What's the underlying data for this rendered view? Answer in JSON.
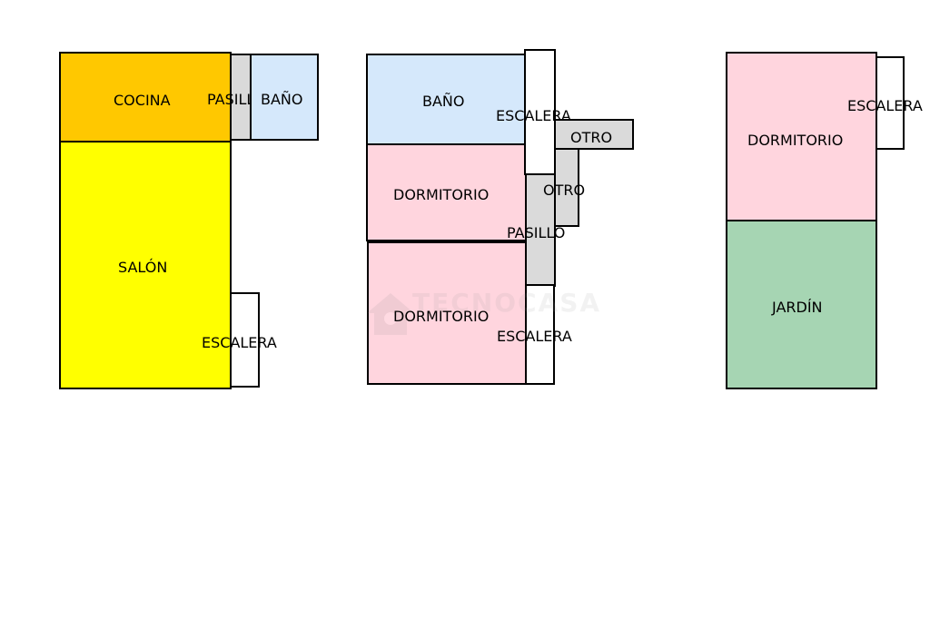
{
  "colors": {
    "cocina": "#FFC800",
    "salon": "#FFFF00",
    "bano": "#D5E8FB",
    "pasillo": "#DADADA",
    "dormitorio": "#FFD5DE",
    "escalera": "#FFFFFF",
    "otro": "#DADADA",
    "jardin": "#A6D5B3",
    "outline": "#000000"
  },
  "plan_1": {
    "cocina": "COCINA",
    "pasillo": "PASILLO",
    "bano": "BAÑO",
    "salon": "SALÓN",
    "escalera": "ESCALERA"
  },
  "plan_2": {
    "bano": "BAÑO",
    "escalera_top": "ESCALERA",
    "otro_horizontal": "OTRO",
    "dormitorio_1": "DORMITORIO",
    "otro_vertical": "OTRO",
    "pasillo": "PASILLO",
    "dormitorio_2": "DORMITORIO",
    "escalera_bottom": "ESCALERA"
  },
  "plan_3": {
    "dormitorio": "DORMITORIO",
    "escalera": "ESCALERA",
    "jardin": "JARDÍN"
  },
  "watermark": {
    "text": "TECNOCASA"
  }
}
